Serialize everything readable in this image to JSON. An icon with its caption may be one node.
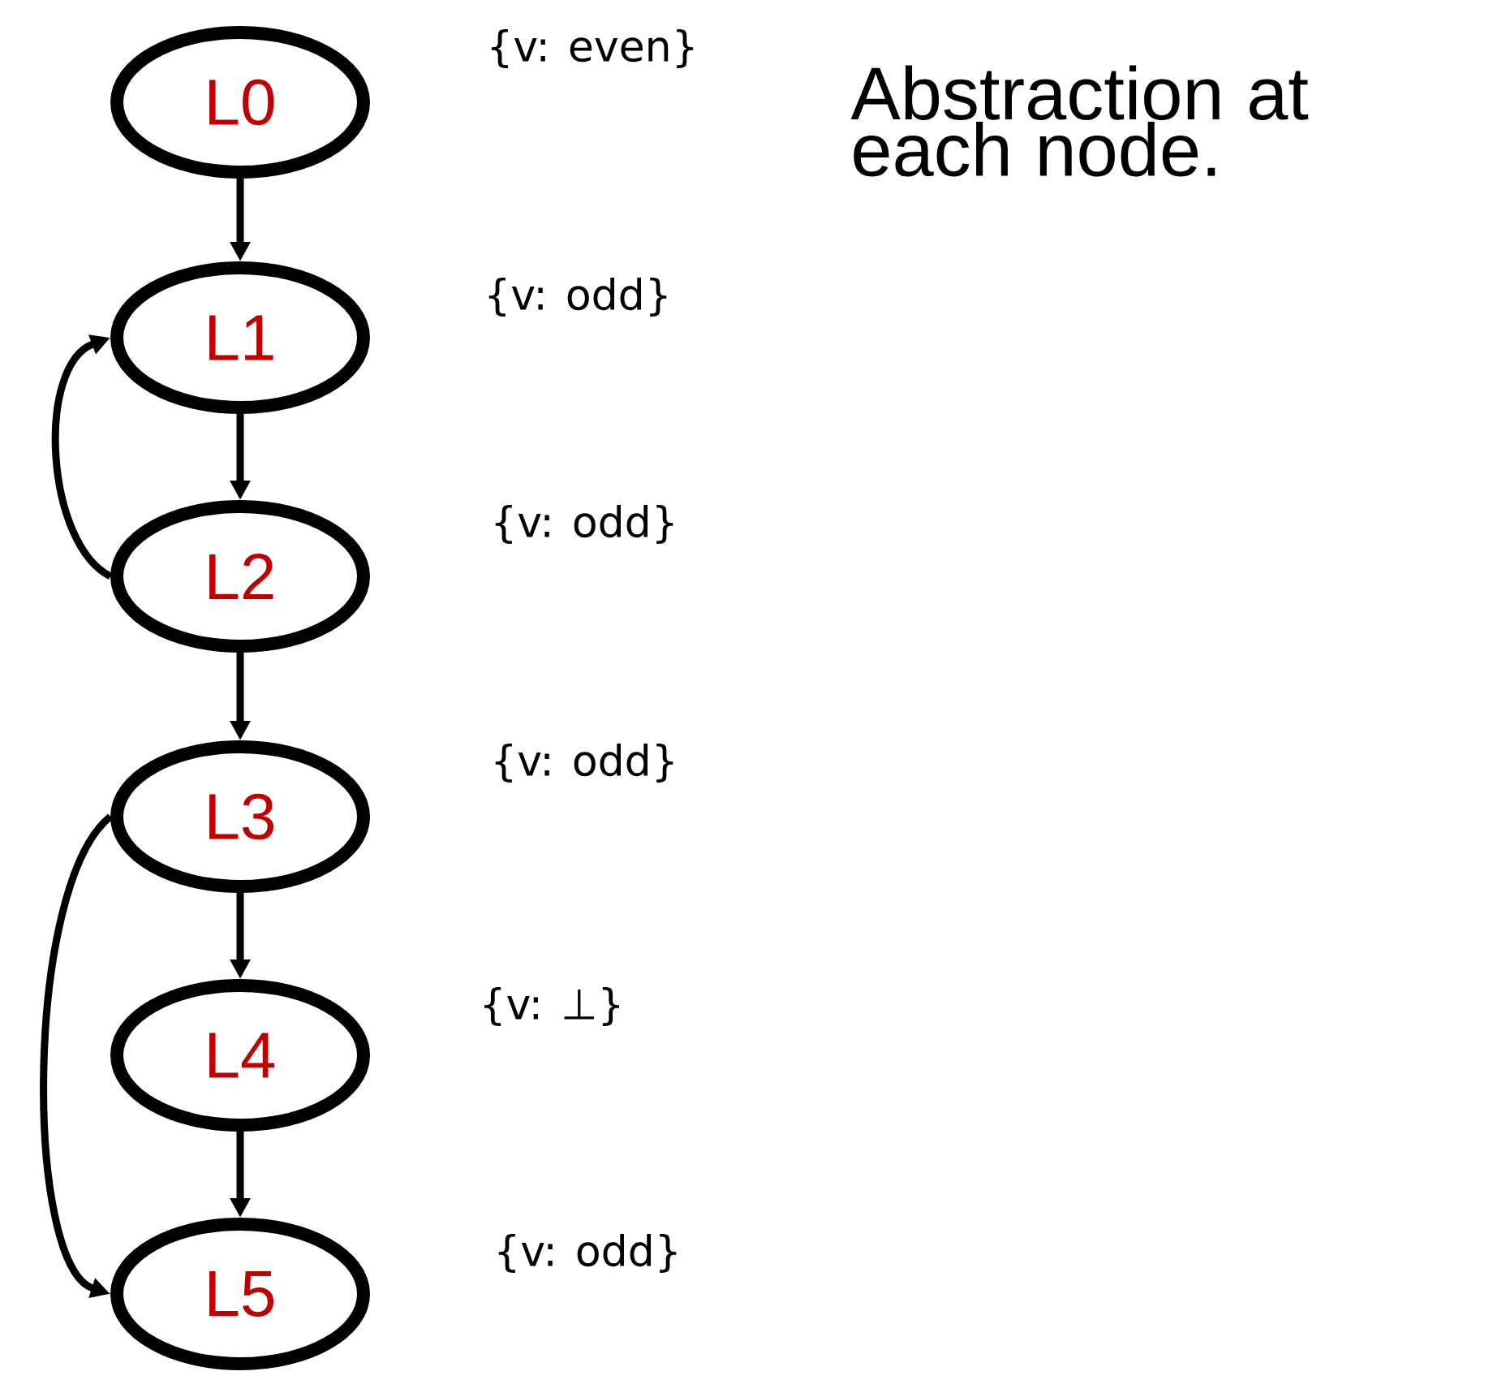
{
  "diagram": {
    "nodes": [
      {
        "text": [
          "L0"
        ],
        "beside": [
          "{v: even}"
        ]
      },
      {
        "text": [
          "L1"
        ],
        "beside": [
          "{v: odd}"
        ]
      },
      {
        "text": [
          "L2"
        ],
        "beside": [
          "{v: odd}"
        ]
      },
      {
        "text": [
          "L3"
        ],
        "beside": [
          "{v: odd}"
        ]
      },
      {
        "text": [
          "L4"
        ],
        "beside": [
          "{v: ⊥}"
        ]
      },
      {
        "text": [
          "L5"
        ],
        "beside": [
          "{v: odd}"
        ]
      }
    ],
    "edges": [
      {
        "from": 0,
        "to": 1,
        "arrow": "to"
      },
      {
        "from": 1,
        "to": 2,
        "arrow": "to"
      },
      {
        "from": 2,
        "to": 1,
        "arrow": "to"
      },
      {
        "from": 2,
        "to": 3,
        "arrow": "to"
      },
      {
        "from": 3,
        "to": 4,
        "arrow": "to"
      },
      {
        "from": 4,
        "to": 5,
        "arrow": "to"
      },
      {
        "from": 3,
        "to": 5,
        "arrow": "to"
      }
    ],
    "labels": [
      "Abstraction at each node."
    ]
  }
}
